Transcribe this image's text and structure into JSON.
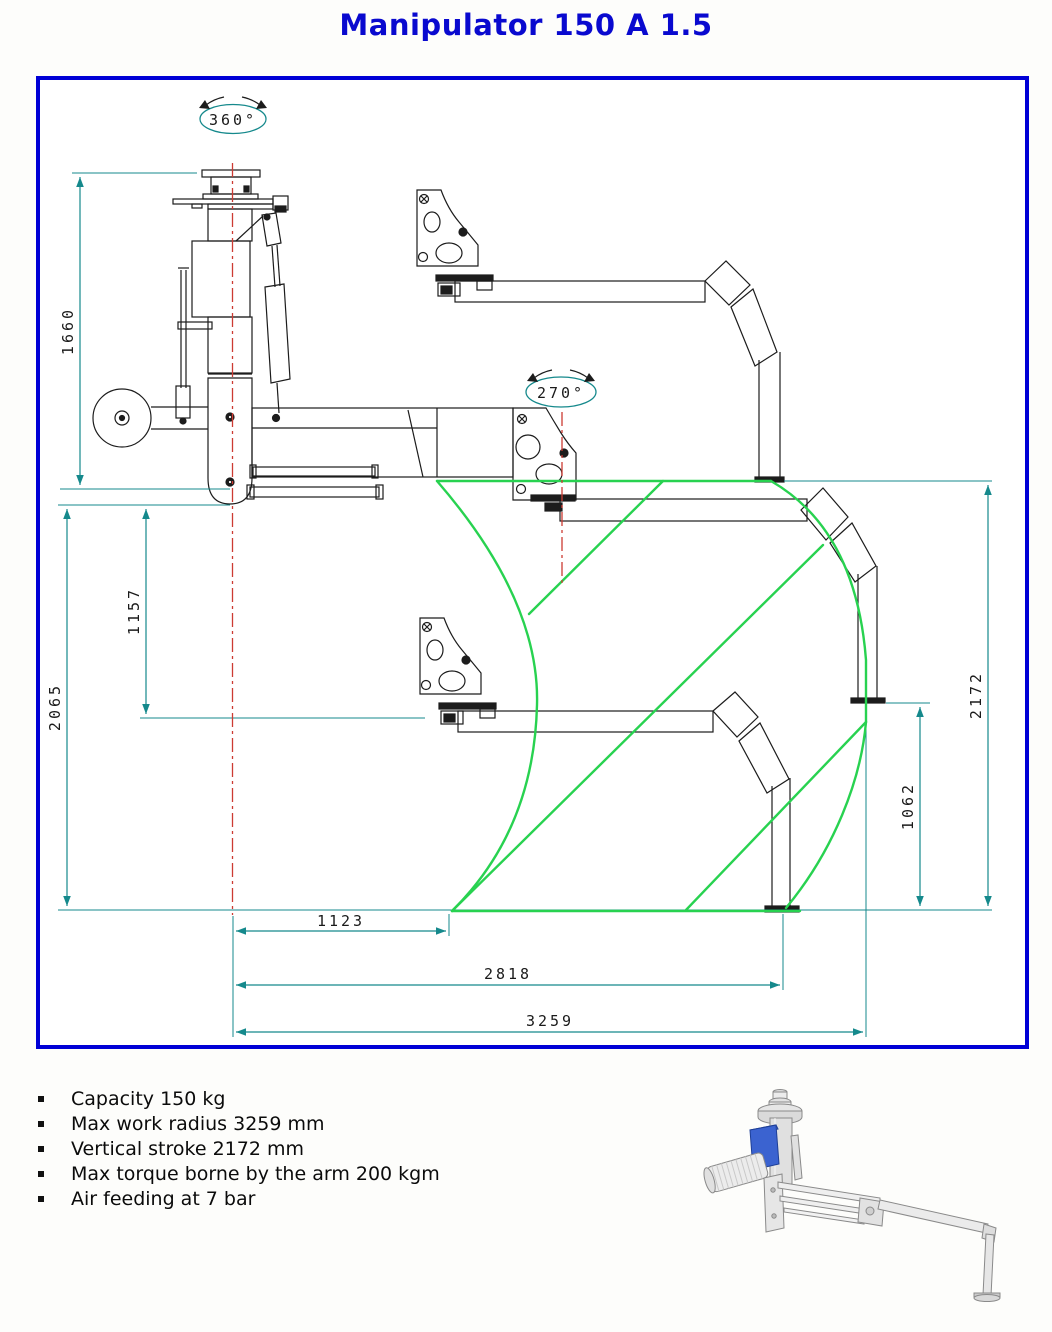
{
  "page": {
    "title": "Manipulator 150 A 1.5"
  },
  "drawing": {
    "rotation_top_label": "360°",
    "rotation_mid_label": "270°",
    "dimensions": {
      "left_height_top": "1660",
      "left_height_full": "2065",
      "left_height_inner": "1157",
      "right_vertical_stroke": "2172",
      "right_lower_height": "1062",
      "bottom_inner_radius": "1123",
      "bottom_mid_radius": "2818",
      "bottom_max_radius": "3259"
    },
    "colors": {
      "frame_border_blue": "#0000d6",
      "title_blue": "#0909cf",
      "dimension_teal": "#15898c",
      "work_envelope_green": "#28d250",
      "centerline_red": "#cc3b33",
      "drawing_black": "#1c1c1c",
      "render_box_blue": "#3b63d0"
    }
  },
  "specs": {
    "items": [
      "Capacity 150 kg",
      "Max work radius 3259 mm",
      "Vertical stroke 2172 mm",
      "Max torque borne by the arm 200 kgm",
      "Air feeding at 7 bar"
    ]
  }
}
